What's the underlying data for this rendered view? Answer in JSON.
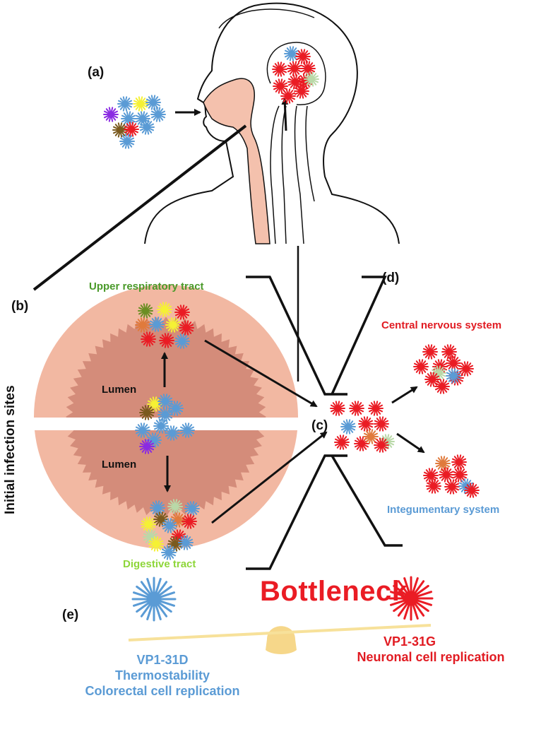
{
  "panels": {
    "a": "(a)",
    "b": "(b)",
    "c": "(c)",
    "d": "(d)",
    "e": "(e)"
  },
  "side_label": "Initial infection sites",
  "regions": {
    "upper_respiratory": "Upper respiratory tract",
    "digestive": "Digestive tract",
    "cns": "Central nervous system",
    "integumentary": "Integumentary system"
  },
  "lumen": {
    "top": "Lumen",
    "bottom": "Lumen"
  },
  "bottleneck": "Bottleneck",
  "balance": {
    "left": {
      "variant": "VP1-31D",
      "trait1": "Thermostability",
      "trait2": "Colorectal cell replication"
    },
    "right": {
      "variant": "VP1-31G",
      "trait1": "Neuronal cell replication"
    }
  },
  "colors": {
    "red": "#ea1c24",
    "blue": "#5a9bd5",
    "yellow": "#f5f134",
    "purple": "#8a2be2",
    "brown": "#7a5a1e",
    "orange": "#e07a3c",
    "lightgreen": "#b9d9a8",
    "olive": "#6b8e23",
    "tissue": "#f2b8a2",
    "lumen_fill": "#d48c7a",
    "airway": "#f4c1ad",
    "title_green": "#4a9a2a",
    "title_lime": "#8ed63a",
    "title_red": "#e11b22",
    "title_blue": "#5b9bd5",
    "seesaw": "#f7e19a",
    "fulcrum": "#f6d78a"
  },
  "virus_groups": {
    "inhaled": [
      "purple",
      "blue",
      "yellow",
      "blue",
      "blue",
      "blue",
      "blue",
      "brown",
      "blue",
      "red",
      "blue"
    ],
    "brain": [
      "blue",
      "red",
      "red",
      "red",
      "red",
      "red",
      "lightgreen",
      "red",
      "red",
      "red",
      "red"
    ],
    "upper_site": [
      "olive",
      "yellow",
      "red",
      "orange",
      "blue",
      "yellow",
      "red",
      "red",
      "red",
      "blue"
    ],
    "mid_upper": [
      "yellow",
      "brown",
      "blue",
      "blue",
      "blue"
    ],
    "mid_lower": [
      "blue",
      "blue",
      "blue",
      "blue",
      "blue",
      "purple"
    ],
    "lower_site": [
      "blue",
      "lightgreen",
      "blue",
      "brown",
      "orange",
      "red",
      "yellow",
      "blue",
      "lightgreen",
      "red",
      "yellow",
      "brown",
      "blue",
      "blue"
    ],
    "bottleneck_group": [
      "red",
      "red",
      "red",
      "blue",
      "red",
      "red",
      "red",
      "red",
      "orange",
      "lightgreen",
      "red"
    ],
    "cns_group": [
      "red",
      "red",
      "red",
      "red",
      "red",
      "lightgreen",
      "red",
      "red",
      "red",
      "blue",
      "red"
    ],
    "integ_group": [
      "orange",
      "red",
      "red",
      "red",
      "red",
      "red",
      "red",
      "blue",
      "red"
    ],
    "legend_left": [
      "blue"
    ],
    "legend_right": [
      "red"
    ]
  }
}
